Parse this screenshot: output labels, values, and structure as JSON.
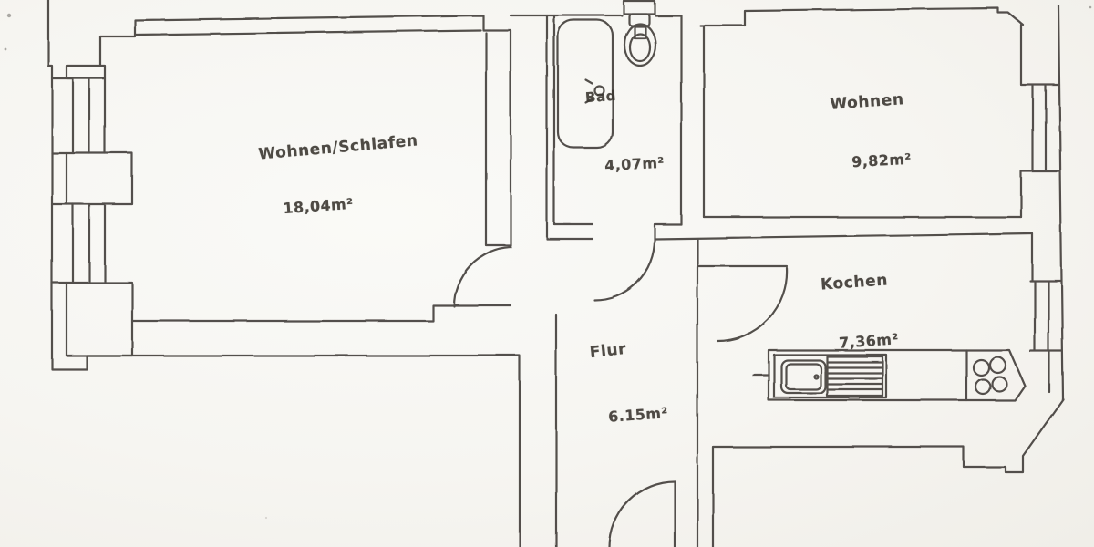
{
  "document": {
    "type": "apartment floor plan (scanned drawing)",
    "paper_color": "#f6f5f1",
    "line_color": "#45413c"
  },
  "rooms": [
    {
      "id": "wohnen-schlafen",
      "name": "Wohnen/Schlafen",
      "area": "18,04m²"
    },
    {
      "id": "bad",
      "name": "Bad",
      "area": "4,07m²"
    },
    {
      "id": "wohnen",
      "name": "Wohnen",
      "area": "9,82m²"
    },
    {
      "id": "kochen",
      "name": "Kochen",
      "area": "7,36m²"
    },
    {
      "id": "flur",
      "name": "Flur",
      "area": "6.15m²"
    }
  ],
  "fixtures": [
    {
      "id": "bathtub",
      "icon": "bathtub-icon",
      "room": "Bad"
    },
    {
      "id": "toilet",
      "icon": "toilet-icon",
      "room": "Bad"
    },
    {
      "id": "sink",
      "icon": "kitchen-sink-icon",
      "room": "Kochen"
    },
    {
      "id": "stove",
      "icon": "stove-burners-icon",
      "room": "Kochen"
    }
  ]
}
